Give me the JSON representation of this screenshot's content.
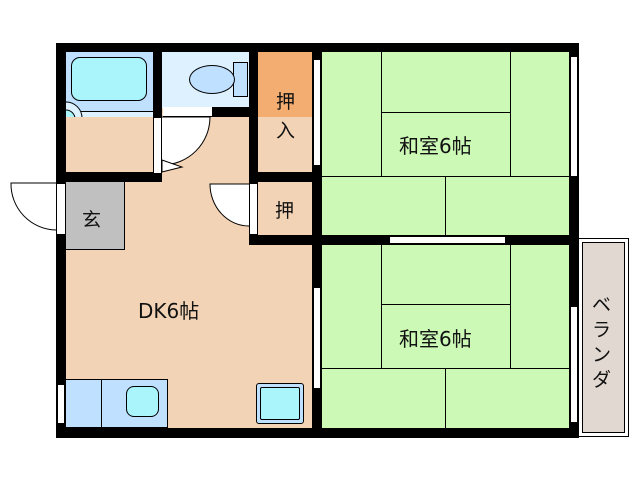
{
  "floorplan": {
    "rooms": [
      {
        "id": "washitsu_top",
        "label": "和室6帖",
        "color": "#ccf9b6"
      },
      {
        "id": "washitsu_bottom",
        "label": "和室6帖",
        "color": "#ccf9b6"
      },
      {
        "id": "dk",
        "label": "DK6帖",
        "color": "#f3d3b5"
      },
      {
        "id": "oshiire_large",
        "label": "押入",
        "color": "#f4ad70"
      },
      {
        "id": "oshiire_small",
        "label": "押",
        "color": "#f4ad70"
      },
      {
        "id": "genkan",
        "label": "玄",
        "color": "#c0c0c0"
      },
      {
        "id": "balcony",
        "label": "ベランダ",
        "color": "#e1d9d1"
      },
      {
        "id": "bathroom",
        "label": "",
        "color": "#ddf1ff"
      },
      {
        "id": "toilet",
        "label": "",
        "color": "#ddf1ff"
      }
    ],
    "colors": {
      "wall": "#000000",
      "tatami": "#ccf9b6",
      "flooring": "#f3d3b5",
      "closet": "#f4ad70",
      "entrance": "#c0c0c0",
      "balcony": "#e1d9d1",
      "wet_area": "#ddf1ff",
      "fixture_blue": "#bfe0ff",
      "fixture_cyan": "#aaf4fb"
    }
  }
}
